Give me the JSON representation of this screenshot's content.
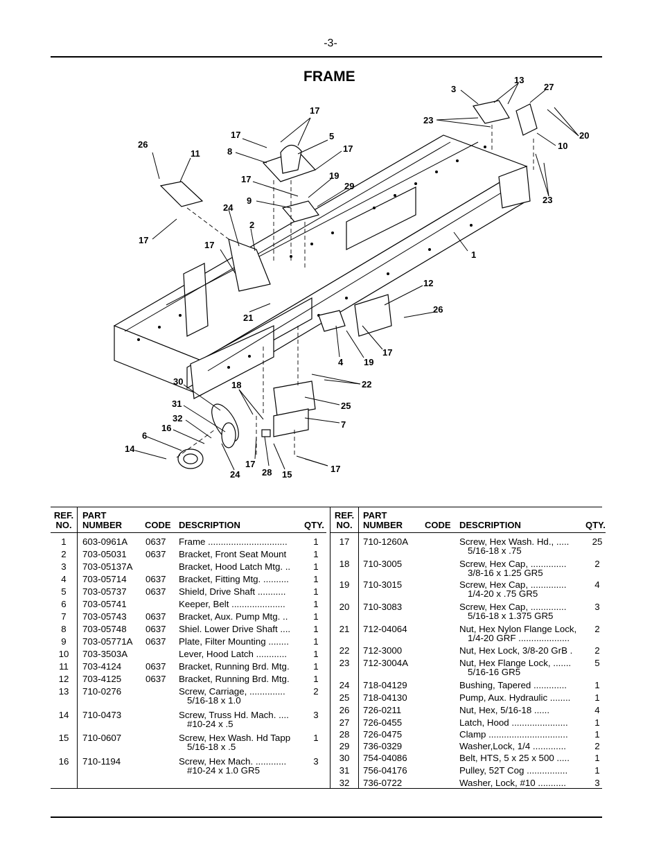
{
  "page": {
    "number": "-3-",
    "title": "FRAME"
  },
  "diagram": {
    "callouts": [
      "1",
      "2",
      "3",
      "4",
      "5",
      "6",
      "7",
      "8",
      "9",
      "10",
      "11",
      "12",
      "13",
      "14",
      "15",
      "16",
      "17",
      "17",
      "17",
      "17",
      "17",
      "17",
      "17",
      "17",
      "17",
      "18",
      "19",
      "19",
      "20",
      "21",
      "22",
      "23",
      "23",
      "24",
      "24",
      "25",
      "26",
      "26",
      "27",
      "28",
      "29",
      "30",
      "31",
      "32"
    ]
  },
  "table": {
    "headers": {
      "ref": "REF.",
      "no": "NO.",
      "part": "PART",
      "number": "NUMBER",
      "code": "CODE",
      "description": "DESCRIPTION",
      "qty": "QTY."
    },
    "left_rows": [
      {
        "ref": "1",
        "part": "603-0961A",
        "code": "0637",
        "desc": "Frame ...............................",
        "desc2": "",
        "qty": "1"
      },
      {
        "ref": "2",
        "part": "703-05031",
        "code": "0637",
        "desc": "Bracket, Front Seat Mount",
        "desc2": "",
        "qty": "1"
      },
      {
        "ref": "3",
        "part": "703-05137A",
        "code": "",
        "desc": "Bracket, Hood Latch Mtg. ..",
        "desc2": "",
        "qty": "1"
      },
      {
        "ref": "4",
        "part": "703-05714",
        "code": "0637",
        "desc": "Bracket, Fitting Mtg. ..........",
        "desc2": "",
        "qty": "1"
      },
      {
        "ref": "5",
        "part": "703-05737",
        "code": "0637",
        "desc": "Shield, Drive Shaft ...........",
        "desc2": "",
        "qty": "1"
      },
      {
        "ref": "6",
        "part": "703-05741",
        "code": "",
        "desc": "Keeper, Belt .....................",
        "desc2": "",
        "qty": "1"
      },
      {
        "ref": "7",
        "part": "703-05743",
        "code": "0637",
        "desc": "Bracket, Aux. Pump Mtg. ..",
        "desc2": "",
        "qty": "1"
      },
      {
        "ref": "8",
        "part": "703-05748",
        "code": "0637",
        "desc": "Shiel. Lower Drive Shaft ....",
        "desc2": "",
        "qty": "1"
      },
      {
        "ref": "9",
        "part": "703-05771A",
        "code": "0637",
        "desc": "Plate, Filter Mounting ........",
        "desc2": "",
        "qty": "1"
      },
      {
        "ref": "10",
        "part": "703-3503A",
        "code": "",
        "desc": "Lever, Hood Latch ............",
        "desc2": "",
        "qty": "1"
      },
      {
        "ref": "11",
        "part": "703-4124",
        "code": "0637",
        "desc": "Bracket, Running Brd. Mtg.",
        "desc2": "",
        "qty": "1"
      },
      {
        "ref": "12",
        "part": "703-4125",
        "code": "0637",
        "desc": "Bracket, Running Brd. Mtg.",
        "desc2": "",
        "qty": "1"
      },
      {
        "ref": "13",
        "part": "710-0276",
        "code": "",
        "desc": "Screw, Carriage, ..............",
        "desc2": "5/16-18 x 1.0",
        "qty": "2"
      },
      {
        "ref": "14",
        "part": "710-0473",
        "code": "",
        "desc": "Screw, Truss Hd. Mach. ....",
        "desc2": "#10-24 x .5",
        "qty": "3"
      },
      {
        "ref": "15",
        "part": "710-0607",
        "code": "",
        "desc": "Screw, Hex Wash. Hd Tapp",
        "desc2": "5/16-18 x .5",
        "qty": "1"
      },
      {
        "ref": "16",
        "part": "710-1194",
        "code": "",
        "desc": "Screw, Hex Mach. ............",
        "desc2": "#10-24 x 1.0 GR5",
        "qty": "3"
      }
    ],
    "right_rows": [
      {
        "ref": "17",
        "part": "710-1260A",
        "code": "",
        "desc": "Screw, Hex Wash. Hd., .....",
        "desc2": "5/16-18 x .75",
        "qty": "25"
      },
      {
        "ref": "18",
        "part": "710-3005",
        "code": "",
        "desc": "Screw, Hex Cap, ..............",
        "desc2": "3/8-16 x 1.25 GR5",
        "qty": "2"
      },
      {
        "ref": "19",
        "part": "710-3015",
        "code": "",
        "desc": "Screw, Hex Cap, ..............",
        "desc2": "1/4-20 x .75 GR5",
        "qty": "4"
      },
      {
        "ref": "20",
        "part": "710-3083",
        "code": "",
        "desc": "Screw, Hex Cap, ..............",
        "desc2": "5/16-18 x 1.375 GR5",
        "qty": "3"
      },
      {
        "ref": "21",
        "part": "712-04064",
        "code": "",
        "desc": "Nut, Hex Nylon Flange Lock,",
        "desc2": "1/4-20 GRF ....................",
        "qty": "2"
      },
      {
        "ref": "22",
        "part": "712-3000",
        "code": "",
        "desc": "Nut, Hex Lock, 3/8-20 GrB .",
        "desc2": "",
        "qty": "2"
      },
      {
        "ref": "23",
        "part": "712-3004A",
        "code": "",
        "desc": "Nut, Hex Flange Lock, .......",
        "desc2": "5/16-16 GR5",
        "qty": "5"
      },
      {
        "ref": "24",
        "part": "718-04129",
        "code": "",
        "desc": "Bushing, Tapered .............",
        "desc2": "",
        "qty": "1"
      },
      {
        "ref": "25",
        "part": "718-04130",
        "code": "",
        "desc": "Pump, Aux. Hydraulic ........",
        "desc2": "",
        "qty": "1"
      },
      {
        "ref": "26",
        "part": "726-0211",
        "code": "",
        "desc": "Nut, Hex, 5/16-18 ......",
        "desc2": "",
        "qty": "4"
      },
      {
        "ref": "27",
        "part": "726-0455",
        "code": "",
        "desc": "Latch, Hood ......................",
        "desc2": "",
        "qty": "1"
      },
      {
        "ref": "28",
        "part": "726-0475",
        "code": "",
        "desc": "Clamp ...............................",
        "desc2": "",
        "qty": "1"
      },
      {
        "ref": "29",
        "part": "736-0329",
        "code": "",
        "desc": "Washer,Lock, 1/4 .............",
        "desc2": "",
        "qty": "2"
      },
      {
        "ref": "30",
        "part": "754-04086",
        "code": "",
        "desc": "Belt, HTS, 5 x 25 x 500 .....",
        "desc2": "",
        "qty": "1"
      },
      {
        "ref": "31",
        "part": "756-04176",
        "code": "",
        "desc": "Pulley, 52T Cog ................",
        "desc2": "",
        "qty": "1"
      },
      {
        "ref": "32",
        "part": "736-0722",
        "code": "",
        "desc": "Washer, Lock, #10 ...........",
        "desc2": "",
        "qty": "3"
      }
    ]
  }
}
